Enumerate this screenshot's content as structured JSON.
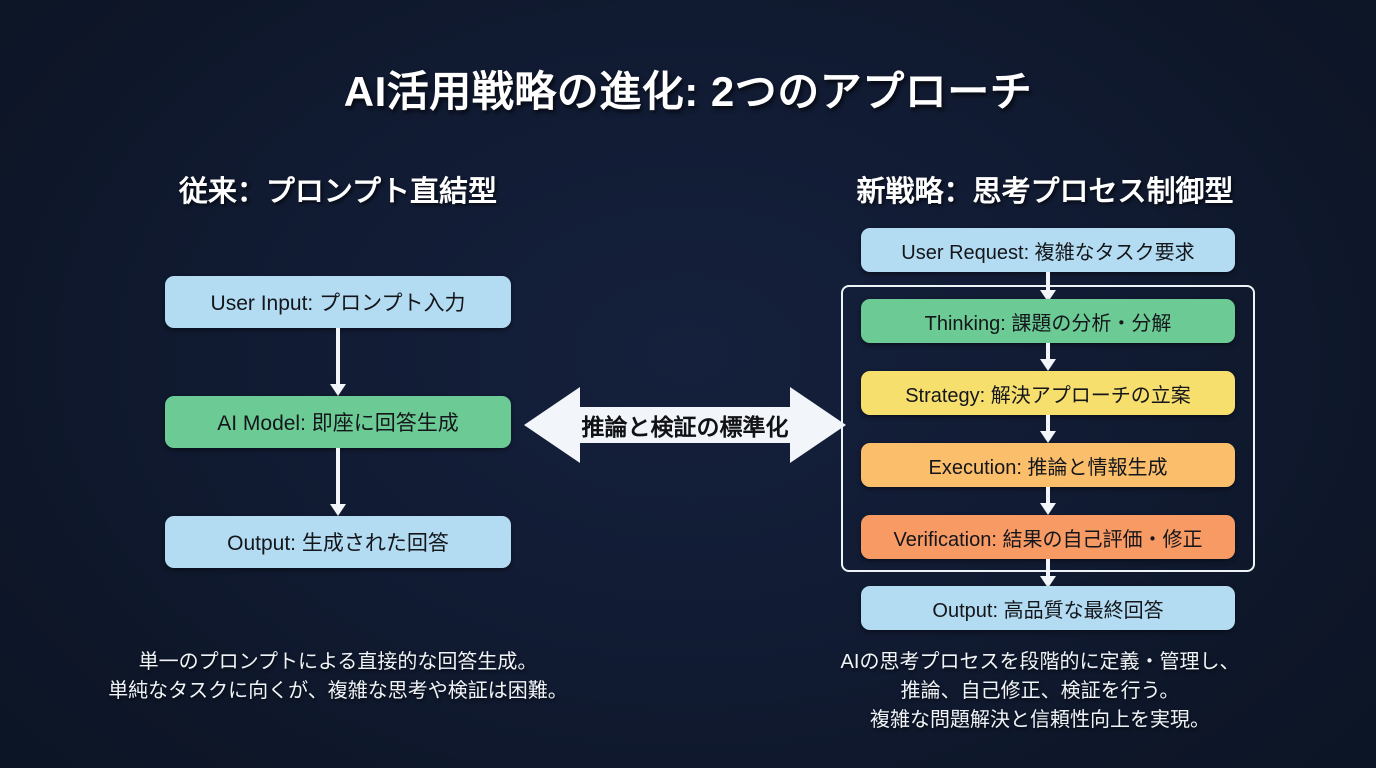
{
  "title": "AI活用戦略の進化: 2つのアプローチ",
  "background": {
    "color_outer": "#0c1526",
    "color_inner": "#15203c"
  },
  "left_column": {
    "heading": "従来：プロンプト直結型",
    "nodes": [
      {
        "label": "User Input: プロンプト入力",
        "color": "#b3dcf2"
      },
      {
        "label": "AI Model: 即座に回答生成",
        "color": "#6ccb95"
      },
      {
        "label": "Output: 生成された回答",
        "color": "#b3dcf2"
      }
    ],
    "caption_lines": [
      "単一のプロンプトによる直接的な回答生成。",
      "単純なタスクに向くが、複雑な思考や検証は困難。"
    ]
  },
  "center": {
    "arrow_label": "推論と検証の標準化",
    "arrow_color": "#f2f5f9",
    "arrow_direction": "double"
  },
  "right_column": {
    "heading": "新戦略：思考プロセス制御型",
    "entry_node": {
      "label": "User Request: 複雑なタスク要求",
      "color": "#b3dcf2"
    },
    "process_nodes": [
      {
        "label": "Thinking: 課題の分析・分解",
        "color": "#6ccb95"
      },
      {
        "label": "Strategy: 解決アプローチの立案",
        "color": "#f7df6e"
      },
      {
        "label": "Execution: 推論と情報生成",
        "color": "#fbbe6b"
      },
      {
        "label": "Verification: 結果の自己評価・修正",
        "color": "#f79a63"
      }
    ],
    "exit_node": {
      "label": "Output: 高品質な最終回答",
      "color": "#b3dcf2"
    },
    "group_frame_color": "#eef3f8",
    "caption_lines": [
      "AIの思考プロセスを段階的に定義・管理し、",
      "推論、自己修正、検証を行う。",
      "複雑な問題解決と信頼性向上を実現。"
    ]
  }
}
